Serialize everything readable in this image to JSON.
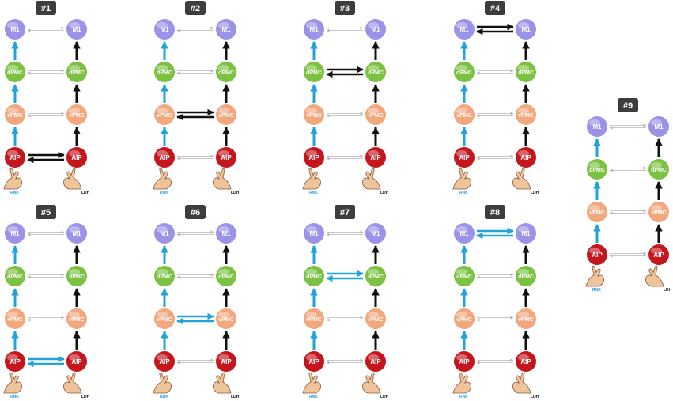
{
  "node_labels": [
    "M1",
    "dPMC",
    "vPMC",
    "AIP"
  ],
  "hand_labels": {
    "left": "RNK",
    "right": "LDH"
  },
  "colors": {
    "m1": "#9b93e8",
    "dpmc": "#7cc242",
    "vpmc": "#f2a77d",
    "aip": "#c4161c",
    "blue": "#21a3da",
    "black": "#111111",
    "faint": "#b5b5b5",
    "badge": "#3d3d3d",
    "skin": "#f0c49a",
    "skin_line": "#8a5a3a"
  },
  "panels": [
    {
      "title": "#1",
      "highlight": {
        "level": "AIP",
        "color": "black"
      }
    },
    {
      "title": "#2",
      "highlight": {
        "level": "vPMC",
        "color": "black"
      }
    },
    {
      "title": "#3",
      "highlight": {
        "level": "dPMC",
        "color": "black"
      }
    },
    {
      "title": "#4",
      "highlight": {
        "level": "M1",
        "color": "black"
      }
    },
    {
      "title": "#5",
      "highlight": {
        "level": "AIP",
        "color": "blue"
      }
    },
    {
      "title": "#6",
      "highlight": {
        "level": "vPMC",
        "color": "blue"
      }
    },
    {
      "title": "#7",
      "highlight": {
        "level": "dPMC",
        "color": "blue"
      }
    },
    {
      "title": "#8",
      "highlight": {
        "level": "M1",
        "color": "blue"
      }
    },
    {
      "title": "#9",
      "highlight": null
    }
  ]
}
